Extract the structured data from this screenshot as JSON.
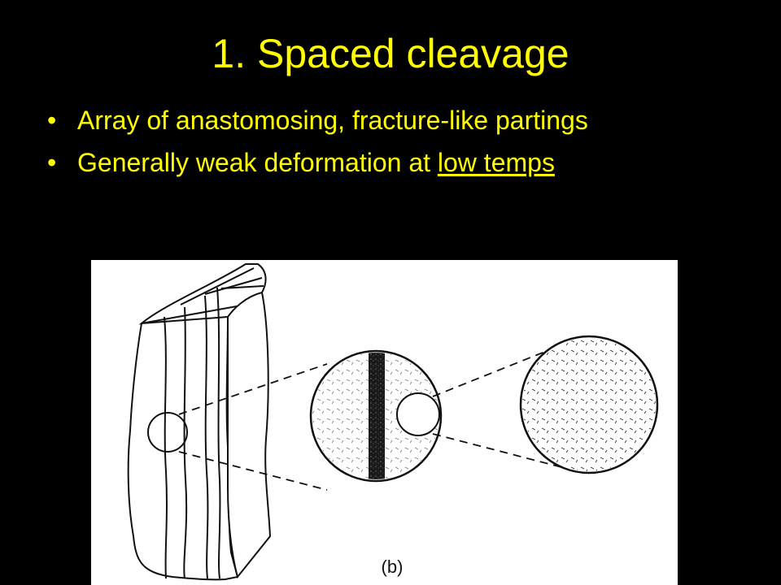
{
  "slide": {
    "title": "1. Spaced cleavage",
    "bullets": [
      {
        "text": "Array of anastomosing, fracture-like partings"
      },
      {
        "text_before": "Generally weak deformation at ",
        "underlined": "low temps"
      }
    ],
    "bullet_glyph": "•"
  },
  "figure": {
    "caption": "(b)"
  },
  "colors": {
    "background": "#000000",
    "text": "#ffff00",
    "figure_bg": "#ffffff",
    "ink": "#111111"
  }
}
